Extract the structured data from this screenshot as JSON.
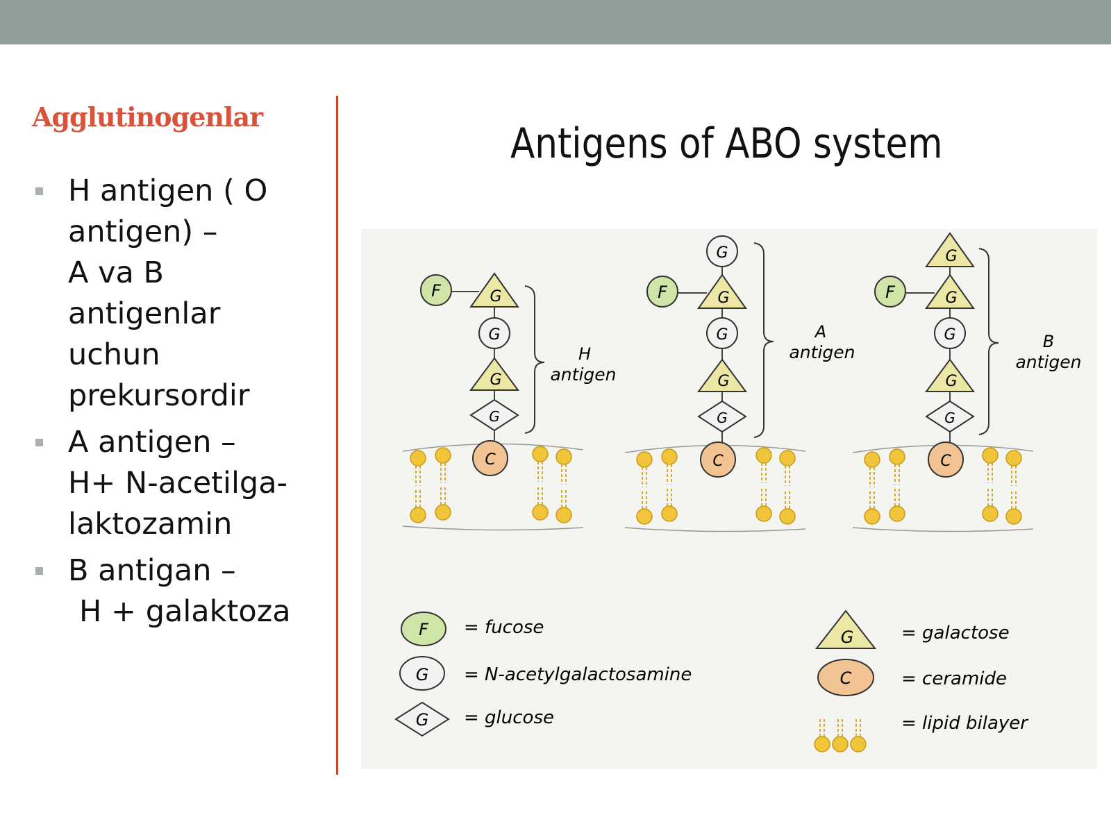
{
  "heading": "Agglutinogenlar",
  "bullets": [
    {
      "lines": [
        "H antigen ( O",
        "antigen) –",
        "A va B",
        "antigenlar",
        "uchun",
        "prekursordir"
      ]
    },
    {
      "lines": [
        "A  antigen –",
        "H+ N-acetilga-",
        "laktozamin"
      ]
    },
    {
      "lines": [
        "B antigan –",
        "H + galaktoza"
      ]
    }
  ],
  "diagram": {
    "title": "Antigens of ABO system",
    "antigens": [
      {
        "label_line1": "H",
        "label_line2": "antigen"
      },
      {
        "label_line1": "A",
        "label_line2": "antigen"
      },
      {
        "label_line1": "B",
        "label_line2": "antigen"
      }
    ],
    "symbols": {
      "fucose": "F",
      "galactose": "G",
      "n_acetylgalactosamine": "G",
      "glucose": "G",
      "ceramide": "C"
    },
    "legend": {
      "fucose": "= fucose",
      "n_acetylgalactosamine": "= N-acetylgalactosamine",
      "glucose": "= glucose",
      "galactose": "= galactose",
      "ceramide": "= ceramide",
      "lipid_bilayer": "= lipid bilayer"
    },
    "colors": {
      "fucose_fill": "#cfe6a8",
      "galactose_fill": "#ece7a4",
      "circle_fill": "#f2f2f2",
      "ceramide_fill": "#f2c494",
      "lipid_head": "#f0c53a",
      "background": "#f4f4f1"
    }
  }
}
